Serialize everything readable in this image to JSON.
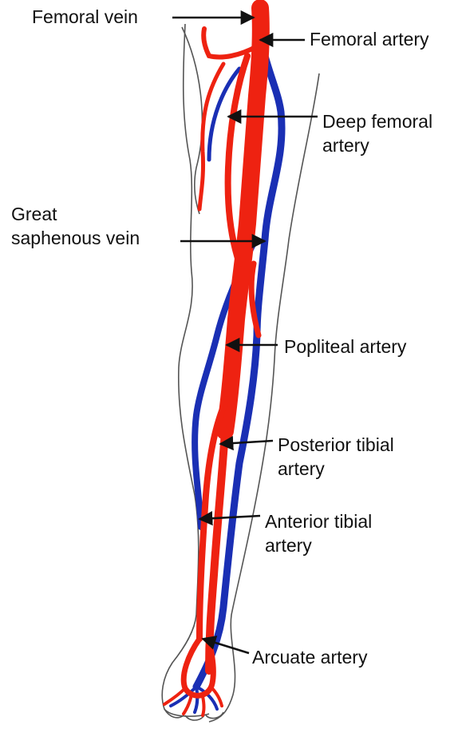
{
  "labels": {
    "femoral_vein": "Femoral vein",
    "femoral_artery": "Femoral artery",
    "deep_femoral_artery": [
      "Deep femoral",
      "artery"
    ],
    "great_saphenous_vein": [
      "Great",
      "saphenous vein"
    ],
    "popliteal_artery": "Popliteal artery",
    "posterior_tibial_artery": [
      "Posterior tibial",
      "artery"
    ],
    "anterior_tibial_artery": [
      "Anterior tibial",
      "artery"
    ],
    "arcuate_artery": "Arcuate artery"
  },
  "colors": {
    "artery": "#ee2211",
    "vein": "#1a2fb4",
    "outline": "#555555",
    "leader": "#111111",
    "text": "#111111"
  },
  "icons": [
    "leg-outline-icon",
    "artery-icon",
    "vein-icon",
    "arrow-icon"
  ]
}
